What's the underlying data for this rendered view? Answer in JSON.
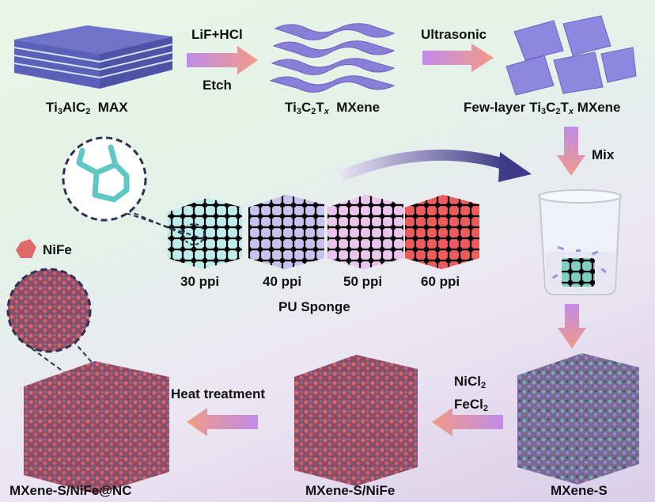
{
  "steps": {
    "max": {
      "main": "Ti",
      "sub1": "3",
      "mid": "AlC",
      "sub2": "2",
      "tail": "  MAX"
    },
    "mxene": {
      "main": "Ti",
      "sub1": "3",
      "mid": "C",
      "sub2": "2",
      "mid2": "T",
      "sub3": "x",
      "tail": "  MXene"
    },
    "fewlayer": {
      "pre": "Few-layer Ti",
      "sub1": "3",
      "mid": "C",
      "sub2": "2",
      "mid2": "T",
      "sub3": "x",
      "tail": " MXene"
    },
    "mxene_s": "MXene-S",
    "mxene_s_nife": "MXene-S/NiFe",
    "mxene_s_nife_nc": "MXene-S/NiFe@NC"
  },
  "arrows": {
    "etch_top": "LiF+HCl",
    "etch_bottom": "Etch",
    "ultrasonic": "Ultrasonic",
    "mix": "Mix",
    "salts": {
      "ni": "NiCl",
      "ni_sub": "2",
      "fe": "FeCl",
      "fe_sub": "2"
    },
    "heat": "Heat treatment"
  },
  "sponges": {
    "items": [
      {
        "label": "30 ppi",
        "color": "#7fd6d4"
      },
      {
        "label": "40 ppi",
        "color": "#8e7fd6"
      },
      {
        "label": "50 ppi",
        "color": "#c47fc9"
      },
      {
        "label": "60 ppi",
        "color": "#e23434"
      }
    ],
    "group_label": "PU Sponge"
  },
  "legend": {
    "nife": "NiFe"
  },
  "colors": {
    "arrow_start": "#b57be6",
    "arrow_end": "#f08a7a",
    "mxene": "#8f86e0",
    "nife": "#e06a6a"
  }
}
